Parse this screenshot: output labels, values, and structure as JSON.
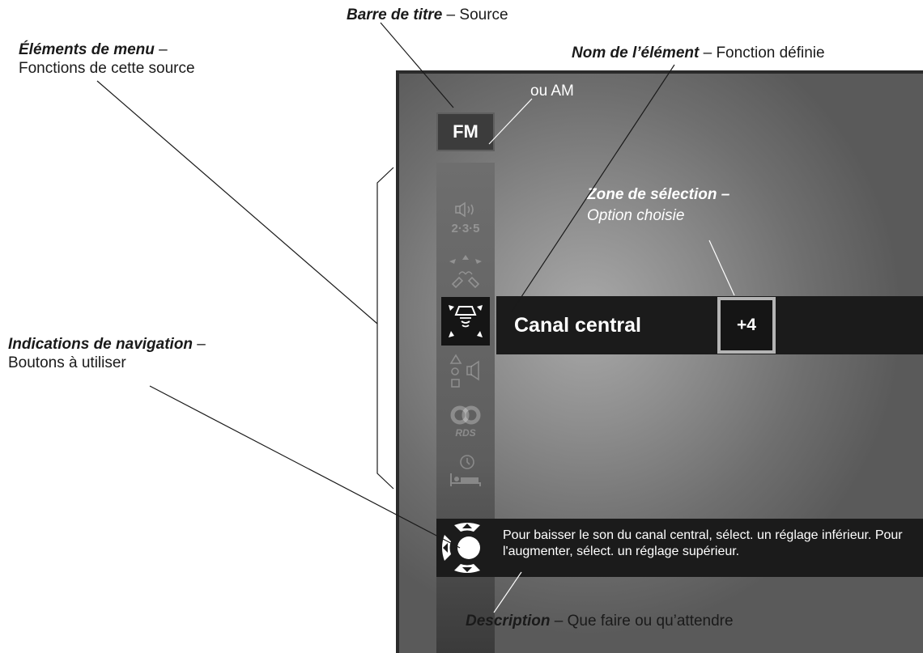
{
  "annotations": {
    "title_bar": {
      "term": "Barre de titre",
      "desc": " – Source"
    },
    "menu_items": {
      "term": "Éléments de menu",
      "dash": " –",
      "desc": "Fonctions de cette source"
    },
    "item_name": {
      "term": "Nom de l’élément",
      "desc": " – Fonction définie"
    },
    "or_am": "ou AM",
    "selection_zone": {
      "term": "Zone de sélection –",
      "desc": "Option choisie"
    },
    "nav_hints": {
      "term": "Indications de navigation",
      "dash": " –",
      "desc": "Boutons à utiliser"
    },
    "description": {
      "term": "Description",
      "desc": " – Que faire ou qu’attendre"
    }
  },
  "screen": {
    "title": "FM",
    "menu": {
      "items": [
        {
          "icon": "speaker-2-3-5-icon",
          "label": "2·3·5",
          "active": false
        },
        {
          "icon": "surround-speakers-icon",
          "active": false
        },
        {
          "icon": "center-channel-icon",
          "active": true
        },
        {
          "icon": "speaker-shapes-icon",
          "active": false
        },
        {
          "icon": "rds-icon",
          "label": "RDS",
          "active": false
        },
        {
          "icon": "sleep-timer-icon",
          "active": false
        }
      ]
    },
    "item_name": "Canal central",
    "selection_value": "+4",
    "description": "Pour baisser le son du canal central, sélect. un réglage inférieur. Pour l'augmenter, sélect. un réglage supérieur."
  },
  "colors": {
    "bar_bg": "#1b1b1b",
    "selection_border": "#b4b4b4",
    "screen_center": "#a9a9a9",
    "screen_edge": "#5a5a5a"
  }
}
